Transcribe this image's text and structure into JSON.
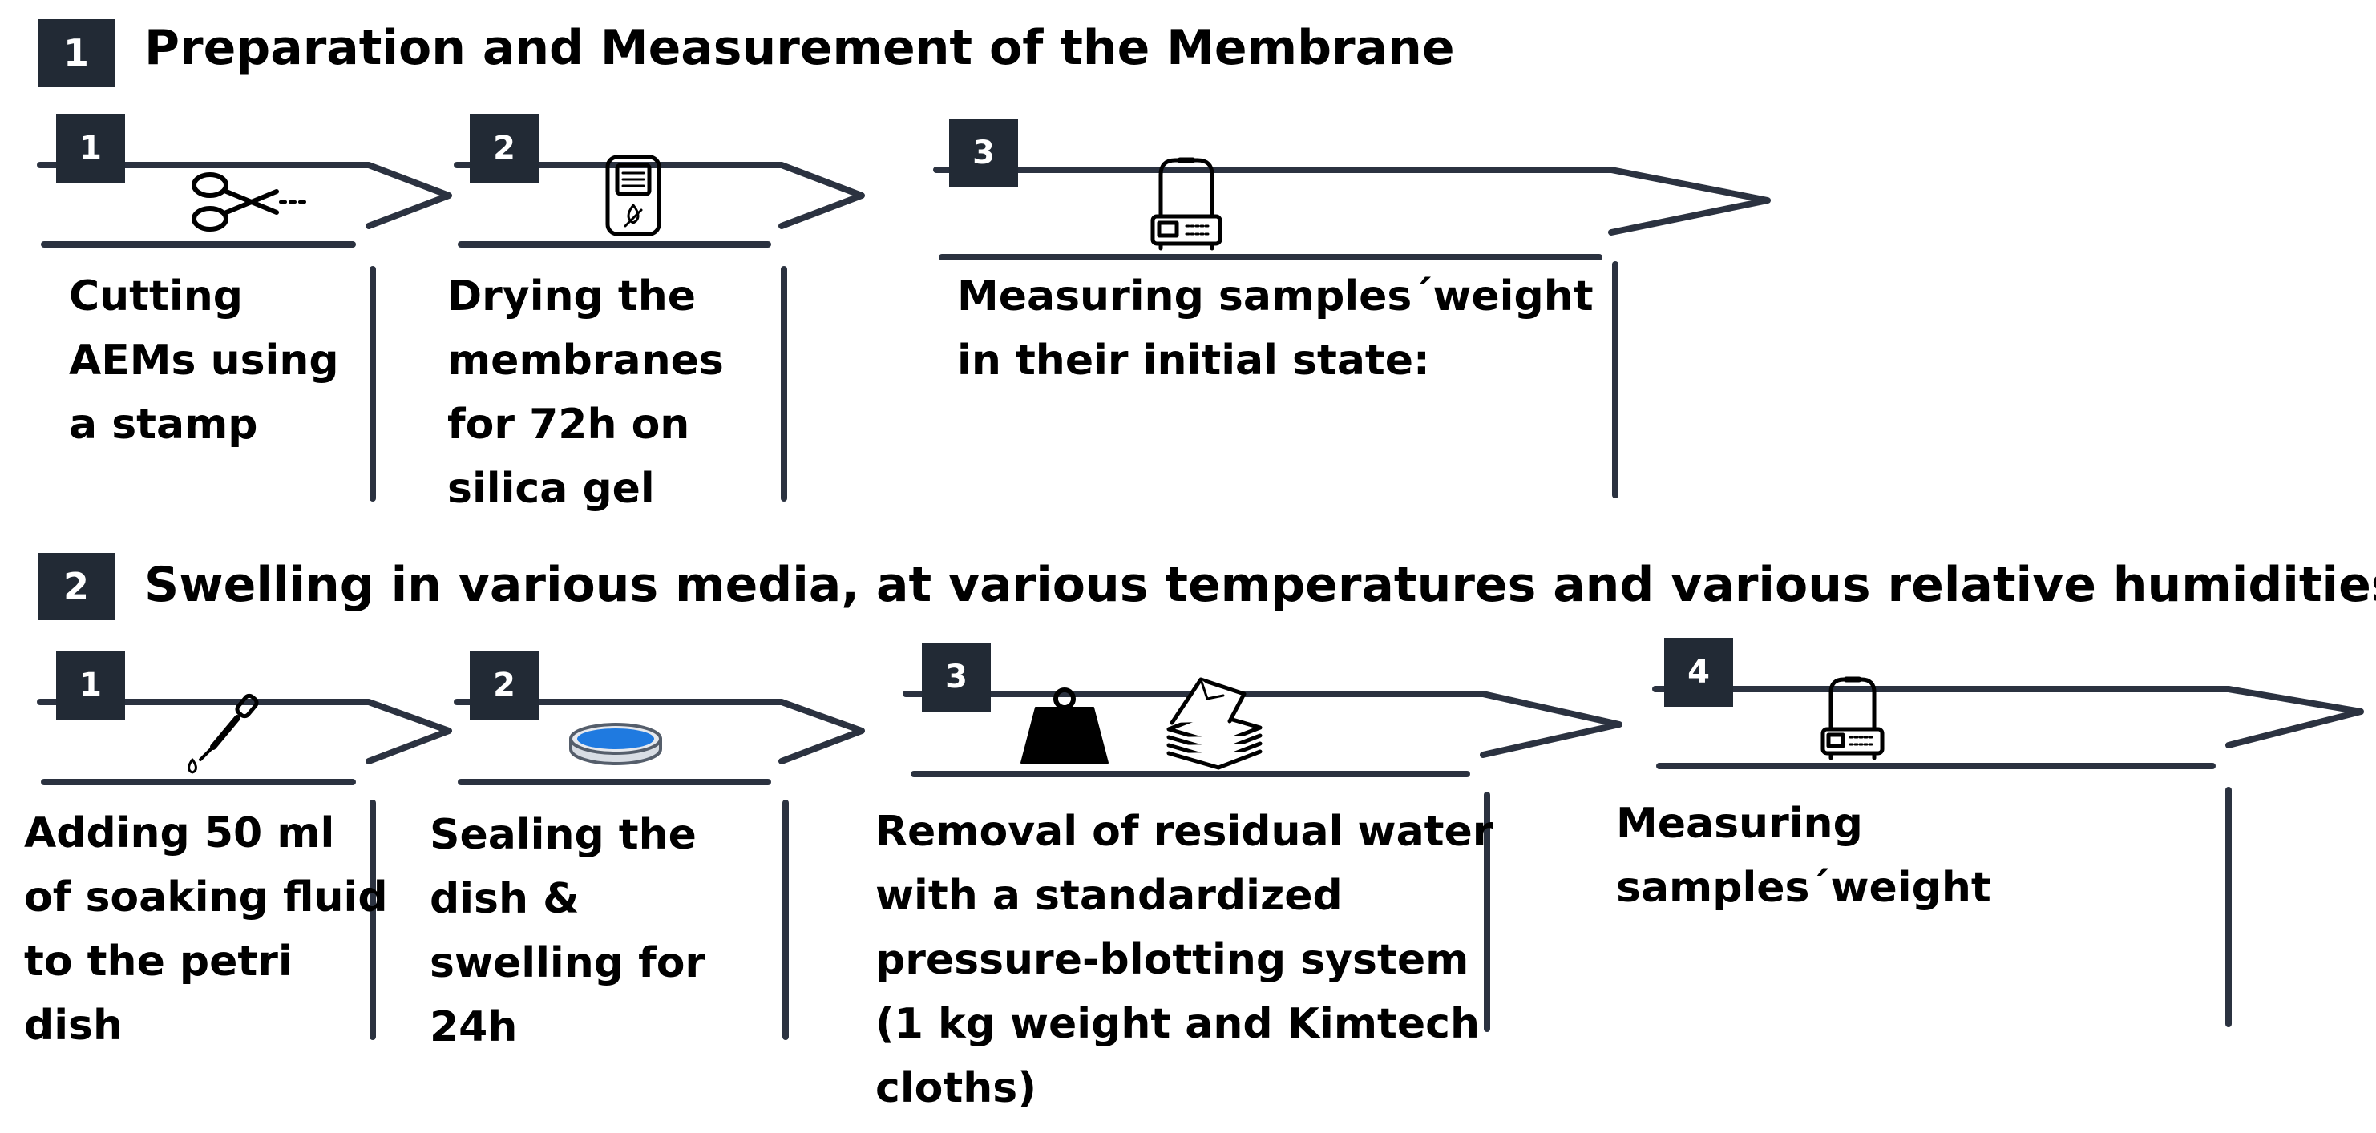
{
  "colors": {
    "badge_background": "#222a35",
    "line": "#2b3240",
    "dish_fluid": "#1f7ae0",
    "text": "#000000"
  },
  "sections": [
    {
      "number": "1",
      "title": "Preparation and Measurement of the Membrane",
      "steps": [
        {
          "number": "1",
          "icon": "scissors-icon",
          "text": "Cutting\nAEMs using\na stamp"
        },
        {
          "number": "2",
          "icon": "drying-chamber-icon",
          "text": "Drying the\nmembranes\nfor 72h on\nsilica gel"
        },
        {
          "number": "3",
          "icon": "analytical-balance-icon",
          "text": "Measuring samples´weight\nin their initial state:"
        }
      ]
    },
    {
      "number": "2",
      "title": "Swelling in various media, at various temperatures and various relative humidities",
      "steps": [
        {
          "number": "1",
          "icon": "dropper-icon",
          "text": "Adding 50 ml\nof soaking fluid\nto the petri\ndish"
        },
        {
          "number": "2",
          "icon": "petri-dish-icon",
          "text": "Sealing the\ndish &\nswelling for\n24h"
        },
        {
          "number": "3",
          "icon": "weight-and-cloths-icon",
          "text": "Removal of residual water\nwith a standardized\npressure-blotting system\n(1 kg weight and Kimtech\ncloths)"
        },
        {
          "number": "4",
          "icon": "analytical-balance-icon",
          "text": "Measuring\nsamples´weight"
        }
      ]
    }
  ]
}
